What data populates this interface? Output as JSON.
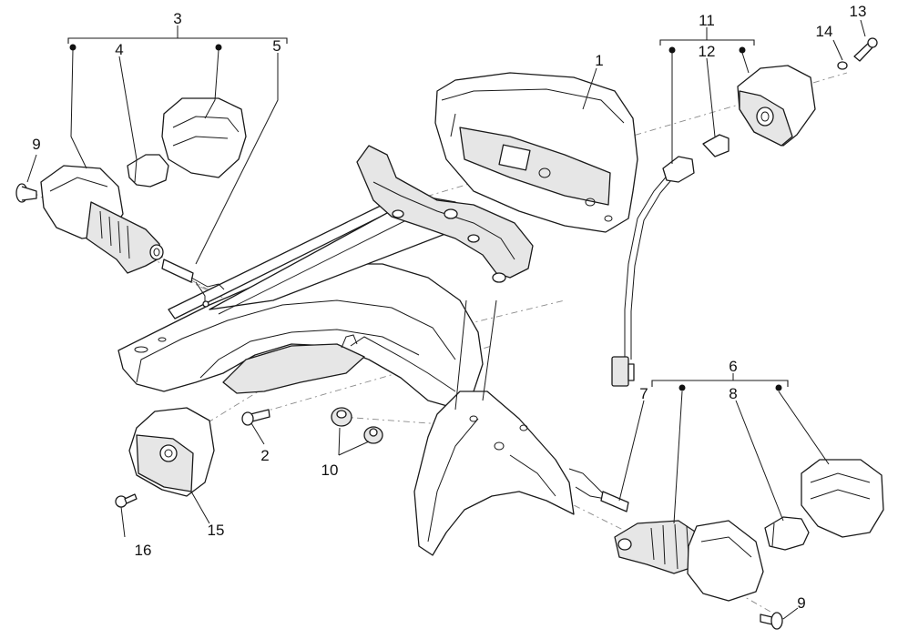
{
  "callouts": {
    "c1": "1",
    "c2": "2",
    "c3": "3",
    "c4": "4",
    "c5": "5",
    "c6": "6",
    "c7": "7",
    "c8": "8",
    "c9a": "9",
    "c9b": "9",
    "c10": "10",
    "c11": "11",
    "c12": "12",
    "c13": "13",
    "c14": "14",
    "c15": "15",
    "c16": "16"
  },
  "parts": [
    {
      "callout": "1",
      "name": "tail-light"
    },
    {
      "callout": "2",
      "name": "screw"
    },
    {
      "callout": "3",
      "name": "rear-left-turn-signal-assembly"
    },
    {
      "callout": "4",
      "name": "bulb"
    },
    {
      "callout": "5",
      "name": "bulb-holder-wire"
    },
    {
      "callout": "6",
      "name": "rear-right-turn-signal-assembly"
    },
    {
      "callout": "7",
      "name": "bulb-holder-wire"
    },
    {
      "callout": "8",
      "name": "bulb"
    },
    {
      "callout": "9",
      "name": "screw"
    },
    {
      "callout": "10",
      "name": "rubber-grommet"
    },
    {
      "callout": "11",
      "name": "license-plate-light-assembly"
    },
    {
      "callout": "12",
      "name": "bulb"
    },
    {
      "callout": "13",
      "name": "screw"
    },
    {
      "callout": "14",
      "name": "washer"
    },
    {
      "callout": "15",
      "name": "reflector-housing"
    },
    {
      "callout": "16",
      "name": "screw"
    }
  ],
  "colors": {
    "line": "#1a1a1a",
    "background": "#ffffff",
    "hidden_line": "#8a8a8a"
  }
}
